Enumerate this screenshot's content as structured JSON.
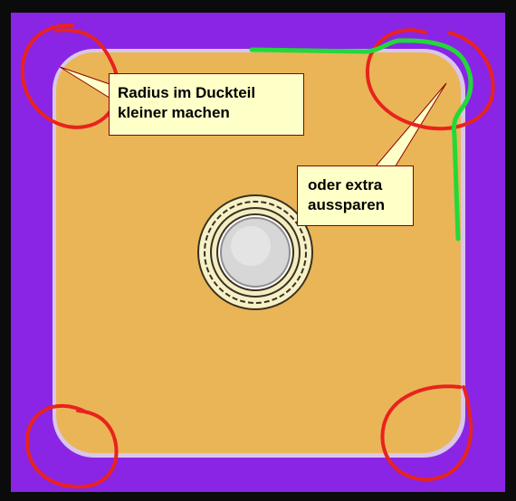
{
  "annotations": {
    "callout_radius": {
      "line1": "Radius im Duckteil",
      "line2": "kleiner machen"
    },
    "callout_extra": {
      "line1": "oder extra",
      "line2": "aussparen"
    }
  },
  "colors": {
    "background": "#000000",
    "pcb_purple": "#8a25e6",
    "pad_orange": "#eab556",
    "markup_red": "#e8231e",
    "markup_green": "#22d83a",
    "callout_fill": "#ffffc8",
    "callout_border": "#8b0000"
  },
  "icons": {
    "center_via": "via-ring-icon"
  }
}
